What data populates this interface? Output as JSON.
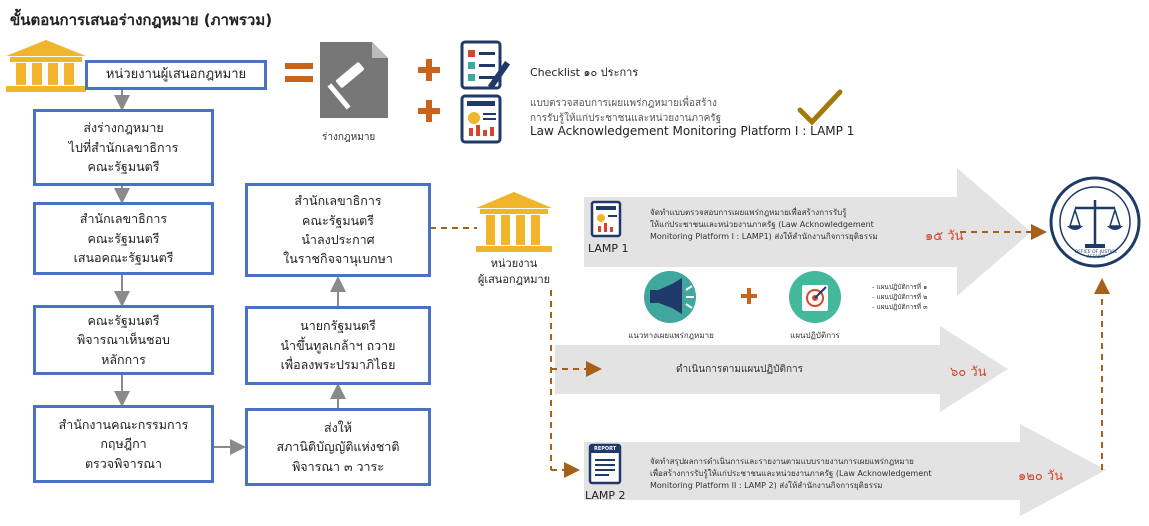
{
  "title": "ขั้นตอนการเสนอร่างกฎหมาย (ภาพรวม)",
  "agency_box": "หน่วยงานผู้เสนอกฎหมาย",
  "draft_label": "ร่างกฎหมาย",
  "checklist_label": "Checklist ๑๐ ประการ",
  "lamp_form": {
    "line1": "แบบตรวจสอบการเผยแพร่กฎหมายเพื่อสร้าง",
    "line2": "การรับรู้ให้แก่ประชาชนและหน่วยงานภาครัฐ",
    "line3": "Law Acknowledgement Monitoring Platform I : LAMP 1"
  },
  "left_steps": [
    "ส่งร่างกฎหมาย\nไปที่สำนักเลขาธิการ\nคณะรัฐมนตรี",
    "สำนักเลขาธิการ\nคณะรัฐมนตรี\nเสนอคณะรัฐมนตรี",
    "คณะรัฐมนตรี\nพิจารณาเห็นชอบ\nหลักการ",
    "สำนักงานคณะกรรมการ\nกฤษฎีกา\nตรวจพิจารณา"
  ],
  "mid_steps": [
    "สำนักเลขาธิการ\nคณะรัฐมนตรี\nนำลงประกาศ\nในราชกิจจานุเบกษา",
    "นายกรัฐมนตรี\nนำขึ้นทูลเกล้าฯ ถวาย\nเพื่อลงพระปรมาภิไธย",
    "ส่งให้\nสภานิติบัญญัติแห่งชาติ\nพิจารณา ๓ วาระ"
  ],
  "agency_icon_label": "หน่วยงาน\nผู้เสนอกฎหมาย",
  "lamp1": {
    "label": "LAMP 1",
    "text": "จัดทำแบบตรวจสอบการเผยแพร่กฎหมายเพื่อสร้างการรับรู้\nให้แก่ประชาชนและหน่วยงานภาครัฐ (Law Acknowledgement\nMonitoring Platform I : LAMP1) ส่งให้สำนักงานกิจการยุติธรรม",
    "days": "๑๕ วัน"
  },
  "guideline_label": "แนวทางเผยแพร่กฎหมาย",
  "plan_label": "แผนปฏิบัติการ",
  "plan_items": "- แผนปฏิบัติการที่ ๑\n- แผนปฏิบัติการที่ ๒\n- แผนปฏิบัติการที่ ๓",
  "execute": {
    "text": "ดำเนินการตามแผนปฏิบัติการ",
    "days": "๖๐ วัน"
  },
  "lamp2": {
    "icon_label": "REPORT",
    "label": "LAMP 2",
    "text": "จัดทำสรุปผลการดำเนินการและรายงานตามแบบรายงานการเผยแพร่กฎหมาย\nเพื่อสร้างการรับรู้ให้แก่ประชาชนและหน่วยงานภาครัฐ (Law Acknowledgement\nMonitoring Platform II : LAMP 2) ส่งให้สำนักงานกิจการยุติธรรม",
    "days": "๑๒๐ วัน"
  },
  "seal_text": "OFFICE OF JUSTICE AFFAIRS",
  "colors": {
    "box_border": "#4a72c4",
    "connector": "#8a8a8a",
    "orange": "#c8641e",
    "days": "#d6452c",
    "teal": "#3fa79e",
    "mint": "#43b89a",
    "gold_building": "#f0b52b",
    "banner_gray": "#e3e3e3",
    "navy": "#1f3a68",
    "check": "#a47a0a"
  }
}
